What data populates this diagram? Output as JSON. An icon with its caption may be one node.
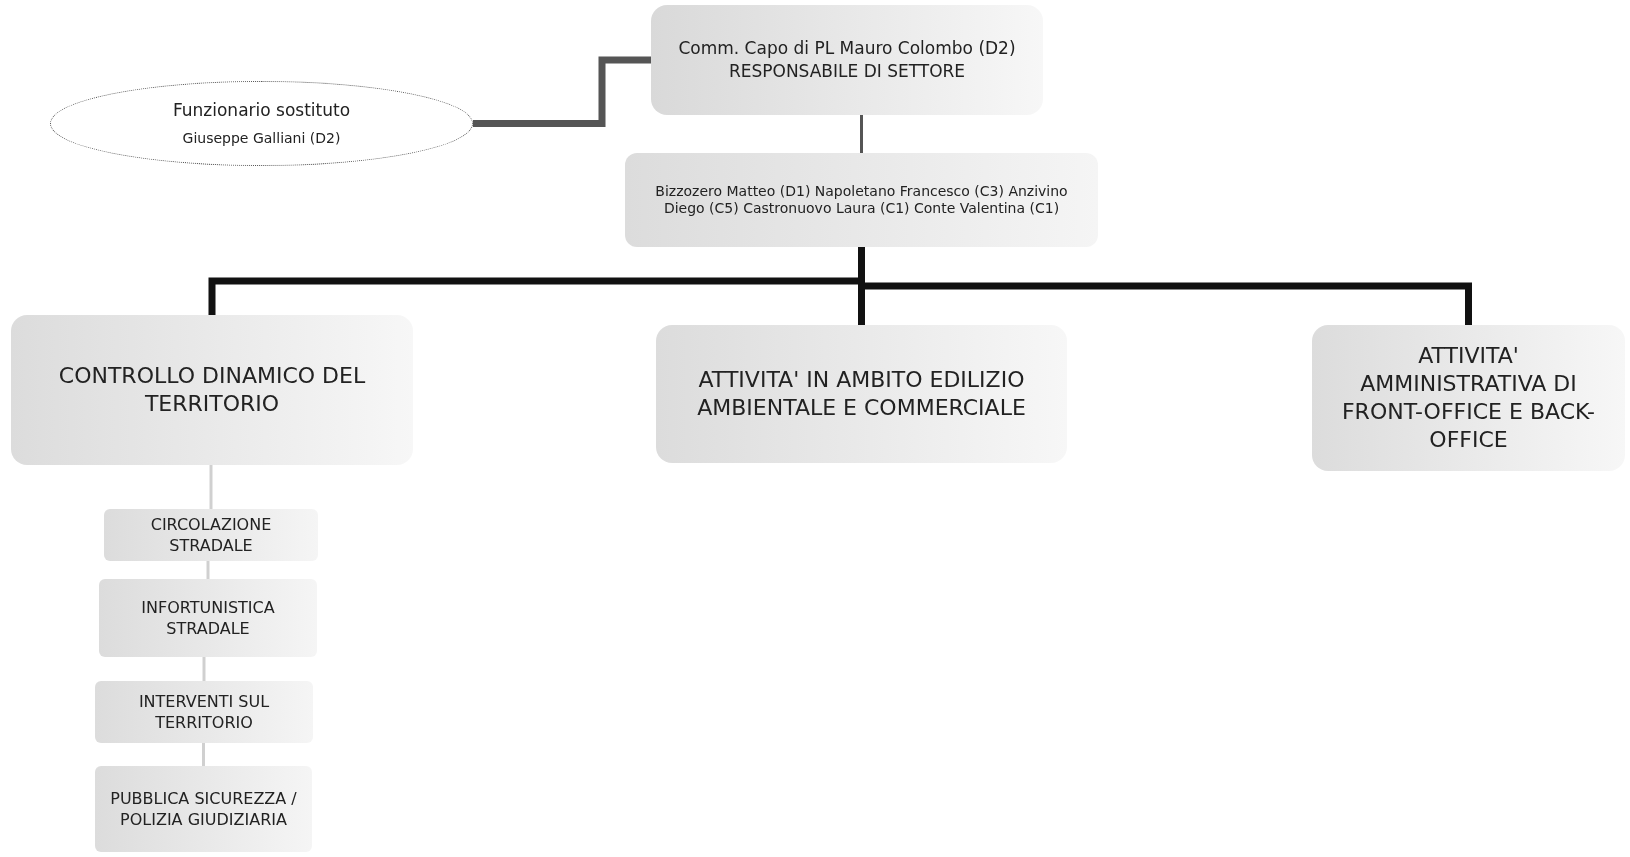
{
  "diagram": {
    "nodes": [
      {
        "text": [
          "Comm. Capo di PL Mauro Colombo (D2)",
          "RESPONSABILE DI SETTORE"
        ]
      },
      {
        "text": [
          "Funzionario sostituto",
          "Giuseppe Galliani (D2)"
        ]
      },
      {
        "text": [
          "Bizzozero Matteo (D1) Napoletano Francesco (C3) Anzivino Diego (C5) Castronuovo Laura (C1) Conte Valentina (C1)"
        ]
      },
      {
        "text": [
          "CONTROLLO DINAMICO DEL TERRITORIO"
        ]
      },
      {
        "text": [
          "ATTIVITA' IN AMBITO EDILIZIO AMBIENTALE E COMMERCIALE"
        ]
      },
      {
        "text": [
          "ATTIVITA' AMMINISTRATIVA  DI FRONT-OFFICE E BACK-OFFICE"
        ]
      },
      {
        "text": [
          "CIRCOLAZIONE STRADALE"
        ]
      },
      {
        "text": [
          "INFORTUNISTICA STRADALE"
        ]
      },
      {
        "text": [
          "INTERVENTI SUL TERRITORIO"
        ]
      },
      {
        "text": [
          "PUBBLICA SICUREZZA / POLIZIA GIUDIZIARIA"
        ]
      }
    ],
    "edges": [
      {
        "from": 1,
        "to": 0,
        "arrow": "none",
        "style": "thick",
        "color": "#555555"
      },
      {
        "from": 0,
        "to": 2,
        "arrow": "none",
        "color": "#555555"
      },
      {
        "from": 2,
        "to": 3,
        "arrow": "none",
        "style": "thick",
        "color": "#111111"
      },
      {
        "from": 2,
        "to": 4,
        "arrow": "none",
        "style": "thick",
        "color": "#111111"
      },
      {
        "from": 2,
        "to": 5,
        "arrow": "none",
        "style": "thick",
        "color": "#111111"
      },
      {
        "from": 3,
        "to": 6,
        "arrow": "none"
      },
      {
        "from": 6,
        "to": 7,
        "arrow": "none"
      },
      {
        "from": 7,
        "to": 8,
        "arrow": "none"
      },
      {
        "from": 8,
        "to": 9,
        "arrow": "none"
      }
    ]
  }
}
